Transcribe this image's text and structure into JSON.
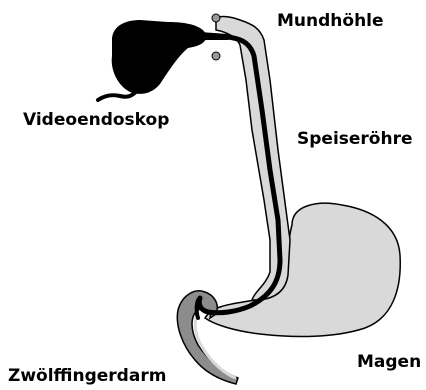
{
  "diagram": {
    "labels": {
      "mouth": "Mundhöhle",
      "endoscope": "Videoendoskop",
      "esophagus": "Speiseröhre",
      "stomach": "Magen",
      "duodenum": "Zwölffingerdarm"
    },
    "colors": {
      "organ_fill": "#d9d9d9",
      "duodenum_fill": "#8c8c8c",
      "outline": "#000000",
      "endoscope": "#000000",
      "background": "#ffffff"
    }
  }
}
